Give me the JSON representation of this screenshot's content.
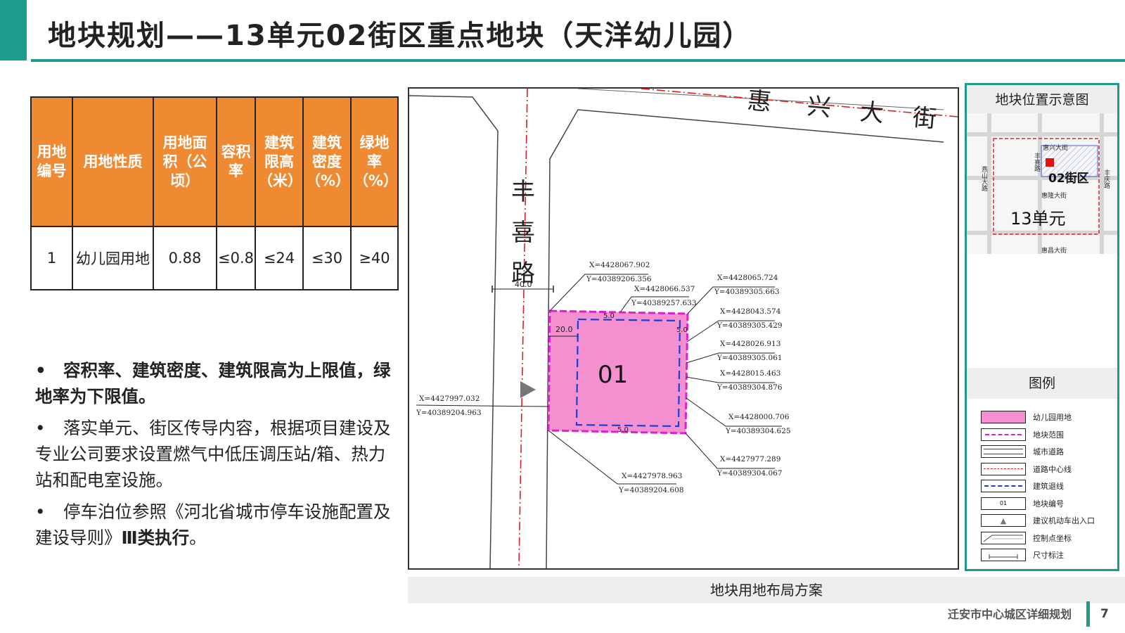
{
  "header": {
    "title": "地块规划——13单元02街区重点地块（天洋幼儿园）"
  },
  "table": {
    "headers": [
      "用地编号",
      "用地性质",
      "用地面积（公顷）",
      "容积率",
      "建筑限高（米）",
      "建筑密度（%）",
      "绿地率（%）"
    ],
    "rows": [
      [
        "1",
        "幼儿园用地",
        "0.88",
        "≤0.8",
        "≤24",
        "≤30",
        "≥40"
      ]
    ]
  },
  "bullets": {
    "b1": "容积率、建筑密度、建筑限高为上限值，绿地率为下限值。",
    "b2": "落实单元、街区传导内容，根据项目建设及专业公司要求设置燃气中低压调压站/箱、热力站和配电室设施。",
    "b3_pre": "停车泊位参照《河北省城市停车设施配置及建设导则》",
    "b3_bold": "Ⅲ类执行",
    "b3_end": "。"
  },
  "map": {
    "caption": "地块用地布局方案",
    "street_east": [
      "惠",
      "兴",
      "大",
      "街"
    ],
    "street_north": [
      "丰",
      "喜",
      "路"
    ],
    "parcel_id": "01",
    "dims": {
      "road_width": "40.0",
      "left": "20.0",
      "top": "5.0",
      "right": "5.0",
      "bottom": "5.0"
    },
    "coords": [
      {
        "x": "X=4428067.902",
        "y": "Y=40389206.356"
      },
      {
        "x": "X=4428066.537",
        "y": "Y=40389257.633"
      },
      {
        "x": "X=4428065.724",
        "y": "Y=40389305.663"
      },
      {
        "x": "X=4428043.574",
        "y": "Y=40389305.429"
      },
      {
        "x": "X=4428026.913",
        "y": "Y=40389305.061"
      },
      {
        "x": "X=4428015.463",
        "y": "Y=40389304.876"
      },
      {
        "x": "X=4428000.706",
        "y": "Y=40389304.625"
      },
      {
        "x": "X=4427977.289",
        "y": "Y=40389304.067"
      },
      {
        "x": "X=4427978.963",
        "y": "Y=40389204.608"
      },
      {
        "x": "X=4427997.032",
        "y": "Y=40389204.963"
      }
    ]
  },
  "location": {
    "title": "地块位置示意图",
    "block": "02街区",
    "unit": "13单元",
    "roads": {
      "top": "惠兴大街",
      "mid": "惠隆大街",
      "bottom": "惠昌大街",
      "left": "燕山大路",
      "inner": "丰喜路",
      "right": "丰庆路"
    }
  },
  "legend": {
    "title": "图例",
    "items": [
      {
        "label": "幼儿园用地"
      },
      {
        "label": "地块范围"
      },
      {
        "label": "城市道路"
      },
      {
        "label": "道路中心线"
      },
      {
        "label": "建筑退线"
      },
      {
        "label": "地块编号",
        "mark": "01"
      },
      {
        "label": "建议机动车出入口",
        "mark": "▲"
      },
      {
        "label": "控制点坐标"
      },
      {
        "label": "尺寸标注"
      }
    ]
  },
  "colors": {
    "accent": "#1f9b8d",
    "header_orange": "#ef8a32",
    "parcel_pink": "#f48fd0",
    "boundary_magenta": "#e01fd0",
    "setback_blue": "#1a3fd6",
    "centerline_red": "#e02020"
  },
  "footer": {
    "text": "迁安市中心城区详细规划",
    "page": "7"
  }
}
